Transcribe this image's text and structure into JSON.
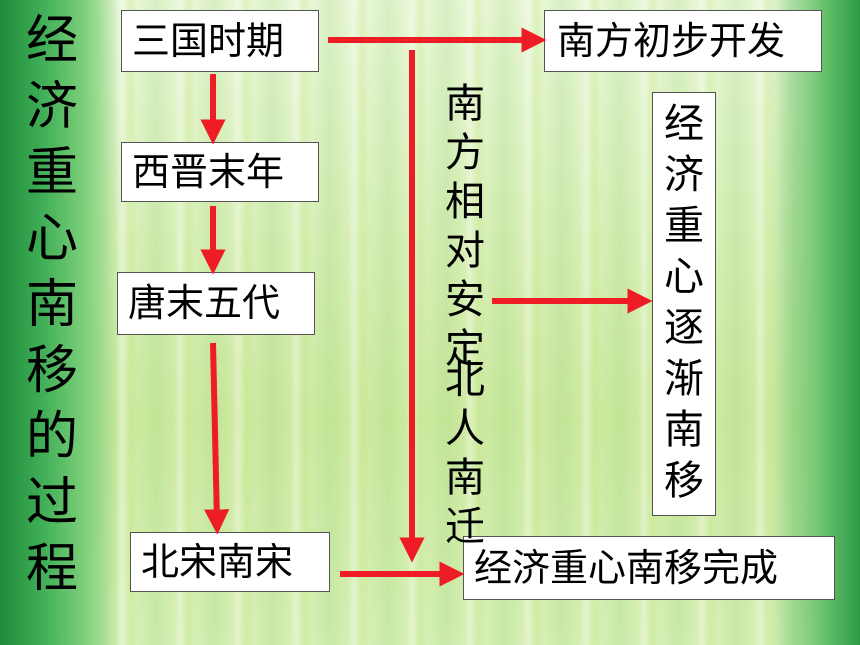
{
  "title": "经济重心南移的过程",
  "periods": [
    "三国时期",
    "西晋末年",
    "唐末五代",
    "北宋南宋"
  ],
  "outcomes": {
    "initial": "南方初步开发",
    "gradual": "经济重心逐渐南移",
    "complete": "经济重心南移完成"
  },
  "reasons": {
    "stable": "南方相对安定",
    "migration": "北人南迁"
  },
  "colors": {
    "arrow": "#ee1c24",
    "box_border": "#555555"
  }
}
